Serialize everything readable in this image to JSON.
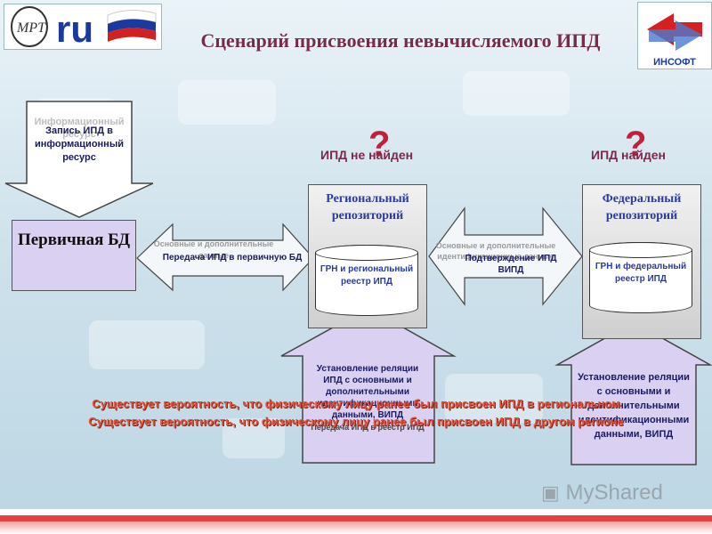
{
  "title": "Сценарий присвоения невычисляемого ИПД",
  "logos": {
    "left_text": "ru",
    "right_text": "ИНСОФТ",
    "watermark": "MyShared"
  },
  "top_arrow": {
    "ghost": "Информационный ресурс",
    "text": "Запись ИПД в информационный ресурс"
  },
  "primary_db": "Первичная БД",
  "left_arrow": {
    "top_text": "Основные и дополнительные данные",
    "main_text": "Передача ИПД в первичную БД"
  },
  "regional": {
    "title": "Региональный репозиторий",
    "cylinder": "ГРН и региональный реестр ИПД",
    "status": "ИПД не найден",
    "qmark": "?"
  },
  "middle_arrow": {
    "top_text": "Основные и дополнительные идентификационные данные",
    "main_text": "Подтверждение ИПД ВИПД"
  },
  "federal": {
    "title": "Федеральный репозиторий",
    "cylinder": "ГРН и федеральный реестр ИПД",
    "status": "ИПД найден",
    "qmark": "?"
  },
  "regional_up": {
    "text": "Установление реляции ИПД с основными и дополнительными идентификационными данными, ВИПД",
    "tail": "Передача ИПД в реестр ИПД"
  },
  "federal_up": {
    "text": "Установление реляции с основными и дополнительными идентификационными данными, ВИПД"
  },
  "warnings": [
    "Существует вероятность, что физическому лицу ранее был присвоен ИПД в региональном",
    "Существует вероятность, что физическому лицу ранее был присвоен ИПД в другом регионе"
  ]
}
